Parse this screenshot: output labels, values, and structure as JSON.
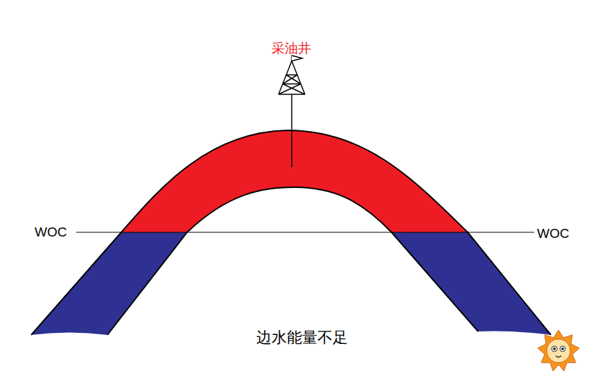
{
  "diagram": {
    "caption": "边水能量不足",
    "labels": [
      "采油井",
      "WOC",
      "WOC"
    ]
  }
}
